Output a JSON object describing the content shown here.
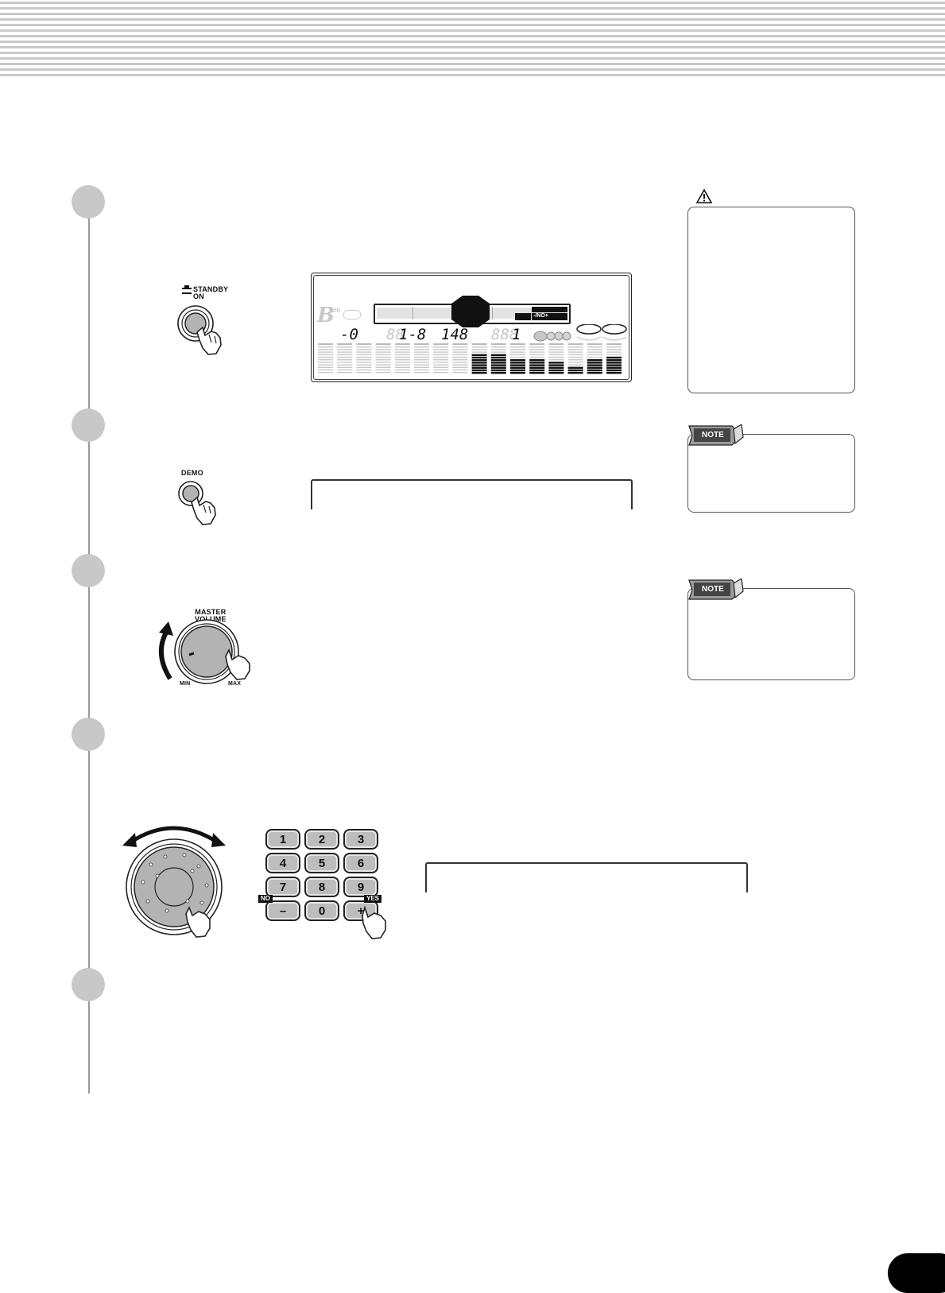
{
  "page_header": {
    "pattern": "horizontal-stripes"
  },
  "steps": [
    {
      "step_marker": "step-1"
    },
    {
      "step_marker": "step-2"
    },
    {
      "step_marker": "step-3"
    },
    {
      "step_marker": "step-4"
    },
    {
      "step_marker": "step-5"
    }
  ],
  "standby": {
    "label_top": "STANDBY",
    "label_bottom": "ON"
  },
  "demo": {
    "label": "DEMO"
  },
  "master_volume": {
    "label_line1": "MASTER",
    "label_line2": "VOLUME",
    "min_label": "MIN",
    "max_label": "MAX"
  },
  "lcd": {
    "big_letter": "B",
    "small_sign": "#b",
    "yesno_label": "-/NO+",
    "segment_1": "-0",
    "segment_2": "1-8",
    "segment_3": "148",
    "segment_4": "1",
    "segment_ghost_2": "88",
    "segment_ghost_4": "888",
    "meter_levels": [
      0,
      0,
      0,
      0,
      0,
      0,
      0,
      0,
      0.7,
      0.72,
      0.55,
      0.5,
      0.45,
      0.25,
      0.55,
      0.6
    ]
  },
  "note_tags": {
    "note_1": "NOTE",
    "note_2": "NOTE"
  },
  "caution_icon": "warning-triangle-icon",
  "keypad": {
    "keys": [
      "1",
      "2",
      "3",
      "4",
      "5",
      "6",
      "7",
      "8",
      "9",
      "–",
      "0",
      "+"
    ],
    "no_tag": "NO",
    "yes_tag": "YES"
  },
  "colors": {
    "step_dot": "#c8c8c8",
    "lcd_lit": "#111111",
    "lcd_unlit": "#c7c7c7",
    "key_fill": "#bdbdbd"
  }
}
